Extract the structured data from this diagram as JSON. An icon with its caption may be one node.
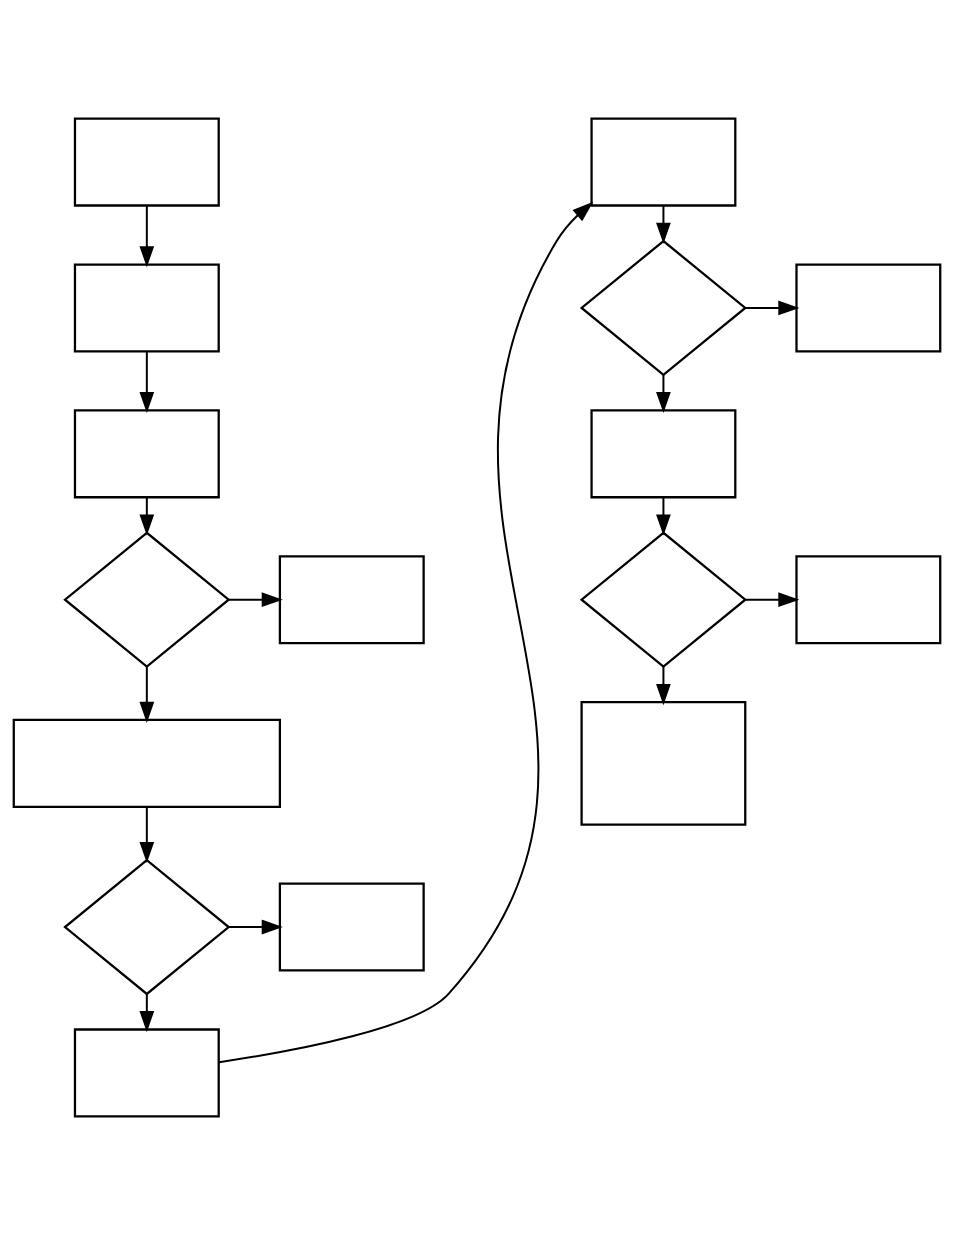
{
  "diagram": {
    "nodes": [
      {
        "text": [],
        "shape": "box"
      },
      {
        "text": [],
        "shape": "box"
      },
      {
        "text": [],
        "shape": "box"
      },
      {
        "text": [],
        "shape": "diamond"
      },
      {
        "text": [],
        "shape": "box"
      },
      {
        "text": [],
        "shape": "box"
      },
      {
        "text": [],
        "shape": "diamond"
      },
      {
        "text": [],
        "shape": "box"
      },
      {
        "text": [],
        "shape": "box"
      },
      {
        "text": [],
        "shape": "box"
      },
      {
        "text": [],
        "shape": "diamond"
      },
      {
        "text": [],
        "shape": "box"
      },
      {
        "text": [],
        "shape": "box"
      },
      {
        "text": [],
        "shape": "diamond"
      },
      {
        "text": [],
        "shape": "box"
      },
      {
        "text": [],
        "shape": "box"
      }
    ],
    "edges": [
      {
        "from": 0,
        "to": 1,
        "arrow": "to"
      },
      {
        "from": 1,
        "to": 2,
        "arrow": "to"
      },
      {
        "from": 2,
        "to": 3,
        "arrow": "to"
      },
      {
        "from": 3,
        "to": 4,
        "arrow": "to"
      },
      {
        "from": 3,
        "to": 5,
        "arrow": "to"
      },
      {
        "from": 5,
        "to": 6,
        "arrow": "to"
      },
      {
        "from": 6,
        "to": 7,
        "arrow": "to"
      },
      {
        "from": 6,
        "to": 8,
        "arrow": "to"
      },
      {
        "from": 8,
        "to": 9,
        "arrow": "to"
      },
      {
        "from": 9,
        "to": 10,
        "arrow": "to"
      },
      {
        "from": 10,
        "to": 11,
        "arrow": "to"
      },
      {
        "from": 10,
        "to": 12,
        "arrow": "to"
      },
      {
        "from": 12,
        "to": 13,
        "arrow": "to"
      },
      {
        "from": 13,
        "to": 14,
        "arrow": "to"
      },
      {
        "from": 13,
        "to": 15,
        "arrow": "to"
      }
    ]
  }
}
